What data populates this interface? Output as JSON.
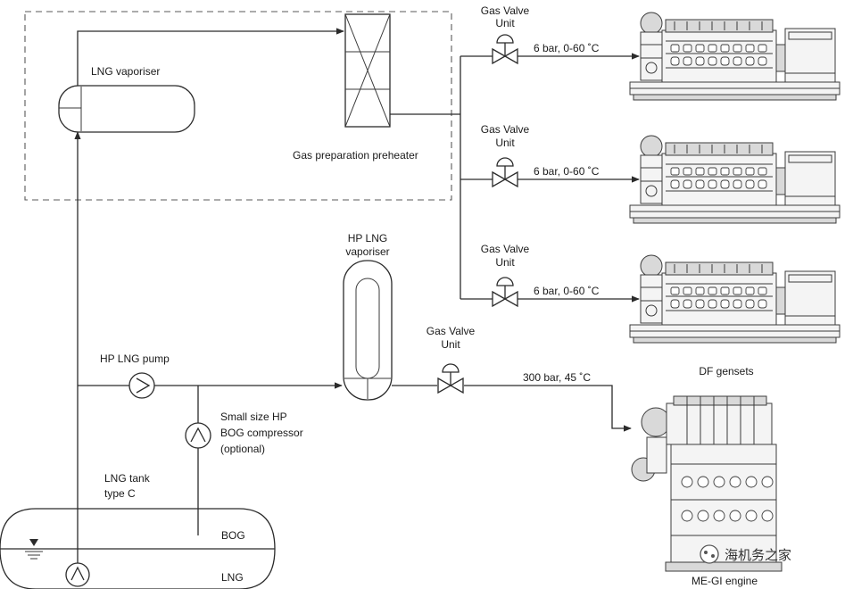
{
  "labels": {
    "lng_vaporiser": "LNG vaporiser",
    "gas_prep_preheater": "Gas preparation preheater",
    "gvu_line1": "Gas Valve",
    "gvu_line2": "Unit",
    "pressure_genset": "6 bar, 0-60 ˚C",
    "hp_vaporiser_line1": "HP LNG",
    "hp_vaporiser_line2": "vaporiser",
    "hp_pump": "HP LNG pump",
    "pressure_engine": "300 bar, 45 ˚C",
    "df_gensets": "DF gensets",
    "bog_comp_line1": "Small size HP",
    "bog_comp_line2": "BOG compressor",
    "bog_comp_line3": "(optional)",
    "tank_line1": "LNG tank",
    "tank_line2": "type C",
    "bog": "BOG",
    "lng": "LNG",
    "me_gi_engine": "ME-GI engine",
    "watermark": "海机务之家"
  }
}
